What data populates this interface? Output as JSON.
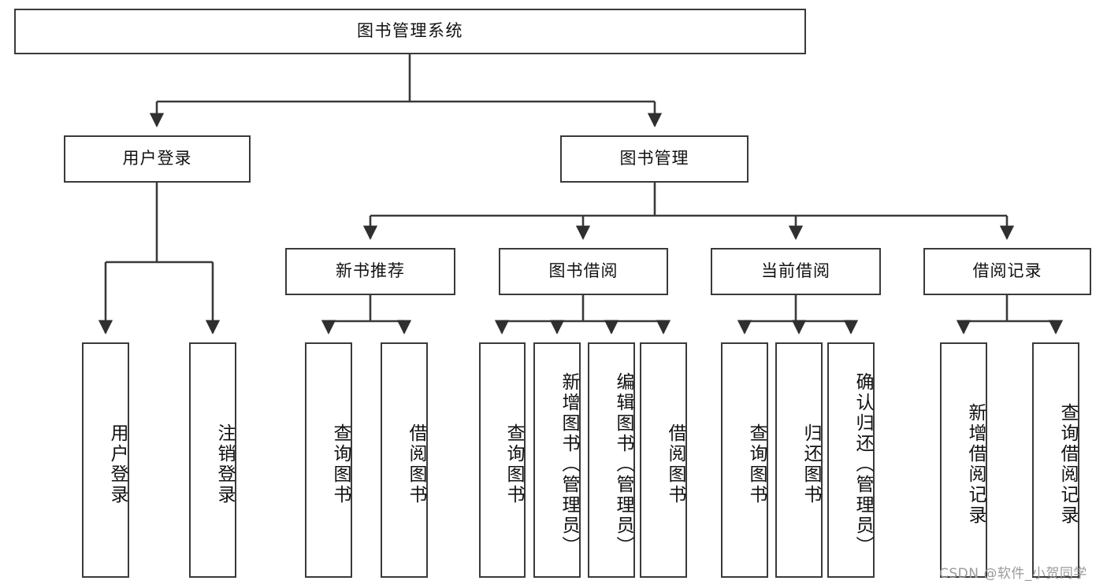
{
  "diagram": {
    "title": "图书管理系统",
    "type": "tree",
    "watermark": "CSDN @软件_小贺同学",
    "root": {
      "id": "root",
      "label": "图书管理系统"
    },
    "level2": [
      {
        "id": "user-login",
        "label": "用户登录"
      },
      {
        "id": "book-management",
        "label": "图书管理"
      }
    ],
    "level3": [
      {
        "id": "new-book-recommend",
        "label": "新书推荐"
      },
      {
        "id": "book-borrow",
        "label": "图书借阅"
      },
      {
        "id": "current-borrow",
        "label": "当前借阅"
      },
      {
        "id": "borrow-record",
        "label": "借阅记录"
      }
    ],
    "leaves": {
      "user_login": [
        {
          "id": "leaf-user-login",
          "label": "用户登录"
        },
        {
          "id": "leaf-logout",
          "label": "注销登录"
        }
      ],
      "new_book_recommend": [
        {
          "id": "leaf-query-book-1",
          "label": "查询图书"
        },
        {
          "id": "leaf-borrow-book-1",
          "label": "借阅图书"
        }
      ],
      "book_borrow": [
        {
          "id": "leaf-query-book-2",
          "label": "查询图书"
        },
        {
          "id": "leaf-add-book",
          "label": "新增图书（管理员）"
        },
        {
          "id": "leaf-edit-book",
          "label": "编辑图书（管理员）"
        },
        {
          "id": "leaf-borrow-book-2",
          "label": "借阅图书"
        }
      ],
      "current_borrow": [
        {
          "id": "leaf-query-book-3",
          "label": "查询图书"
        },
        {
          "id": "leaf-return-book",
          "label": "归还图书"
        },
        {
          "id": "leaf-confirm-return",
          "label": "确认归还（管理员）"
        }
      ],
      "borrow_record": [
        {
          "id": "leaf-add-record",
          "label": "新增借阅记录"
        },
        {
          "id": "leaf-query-record",
          "label": "查询借阅记录"
        }
      ]
    },
    "colors": {
      "stroke": "#3a3a3a",
      "fill": "#ffffff",
      "text": "#111111",
      "watermark": "#9a9a9a"
    }
  }
}
